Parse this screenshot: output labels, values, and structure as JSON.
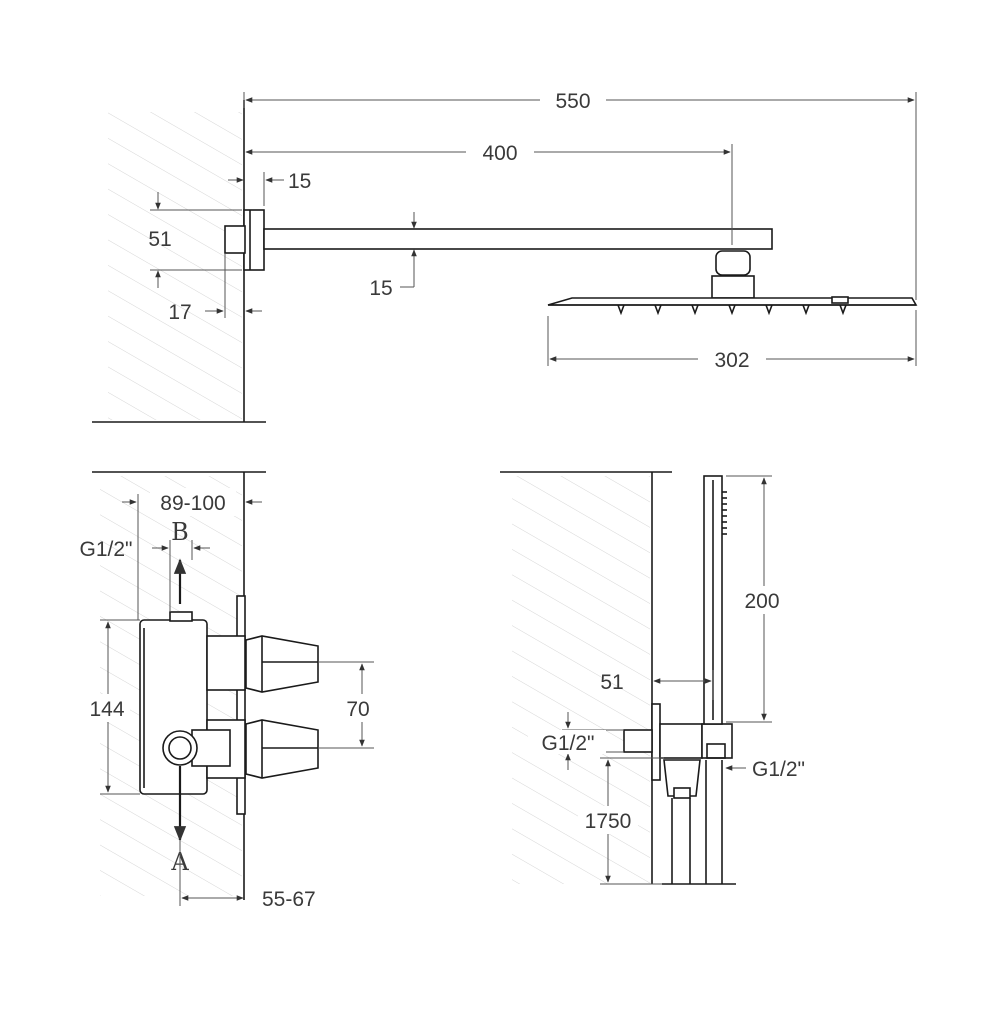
{
  "top_view": {
    "dim_total_length": "550",
    "dim_arm_length": "400",
    "dim_flange_depth": "15",
    "dim_flange_height": "51",
    "dim_wall_offset": "17",
    "dim_arm_thickness": "15",
    "dim_head_width": "302"
  },
  "mixer_view": {
    "dim_depth_range": "89-100",
    "port_b_label": "B",
    "port_a_label": "A",
    "thread_label": "G1/2\"",
    "dim_body_height": "144",
    "dim_handle_spacing": "70",
    "dim_trim_range": "55-67"
  },
  "handshower_view": {
    "dim_handshower_length": "200",
    "dim_outlet_offset": "51",
    "thread_label_left": "G1/2\"",
    "thread_label_right": "G1/2\"",
    "dim_hose_length": "1750"
  }
}
